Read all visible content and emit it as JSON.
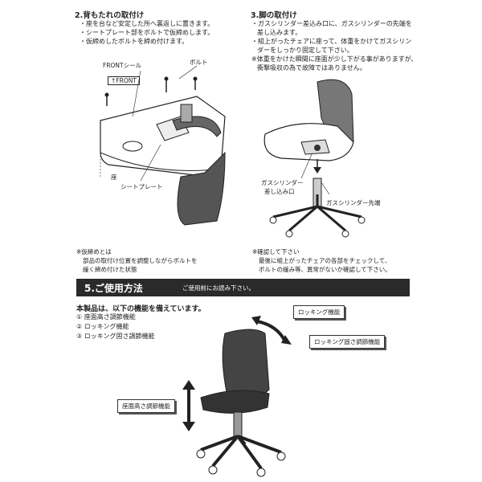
{
  "section2": {
    "title": "2.背もたれの取付け",
    "bullets": [
      "・座を台など安定した所へ裏返しに置きます。",
      "・シートプレート部をボルトで仮締めします。",
      "・仮締めしたボルトを締め付けます。"
    ],
    "labels": {
      "front_seal": "FRONTシール",
      "front": "FRONT",
      "bolt": "ボルト",
      "seat": "座",
      "seat_plate": "シートプレート"
    },
    "note": [
      "※仮締めとは",
      "部品の取付け位置を調整しながらボルトを",
      "緩く締め付けた状態"
    ]
  },
  "section3": {
    "title": "3.脚の取付け",
    "bullets": [
      "・ガスシリンダー差込み口に、ガスシリンダーの先端を",
      "差し込みます。",
      "・組上がったチェアに座って、体重をかけてガスシリン",
      "ダーをしっかり固定して下さい。",
      "※体重をかけた瞬間に座面が少し下がる事がありますが、",
      "衝撃吸収の為で故障ではありません。"
    ],
    "labels": {
      "gas_inlet_1": "ガスシリンダー",
      "gas_inlet_2": "差し込み口",
      "gas_tip": "ガスシリンダー先端"
    },
    "note": [
      "※確認して下さい",
      "最後に組上がったチェアの各部をチェックして、",
      "ボルトの緩み等、異常がないか確認して下さい。"
    ]
  },
  "section5": {
    "title": "5.ご使用方法",
    "subtitle": "ご使用前にお読み下さい。",
    "intro": "本製品は、以下の機能を備えています。",
    "functions": [
      "① 座面高さ調節機能",
      "② ロッキング機能",
      "③ ロッキング固さ調節機能"
    ],
    "callouts": {
      "rocking": "ロッキング機能",
      "rocking_hardness": "ロッキング固さ調節機能",
      "seat_height": "座面高さ調節機能"
    }
  }
}
